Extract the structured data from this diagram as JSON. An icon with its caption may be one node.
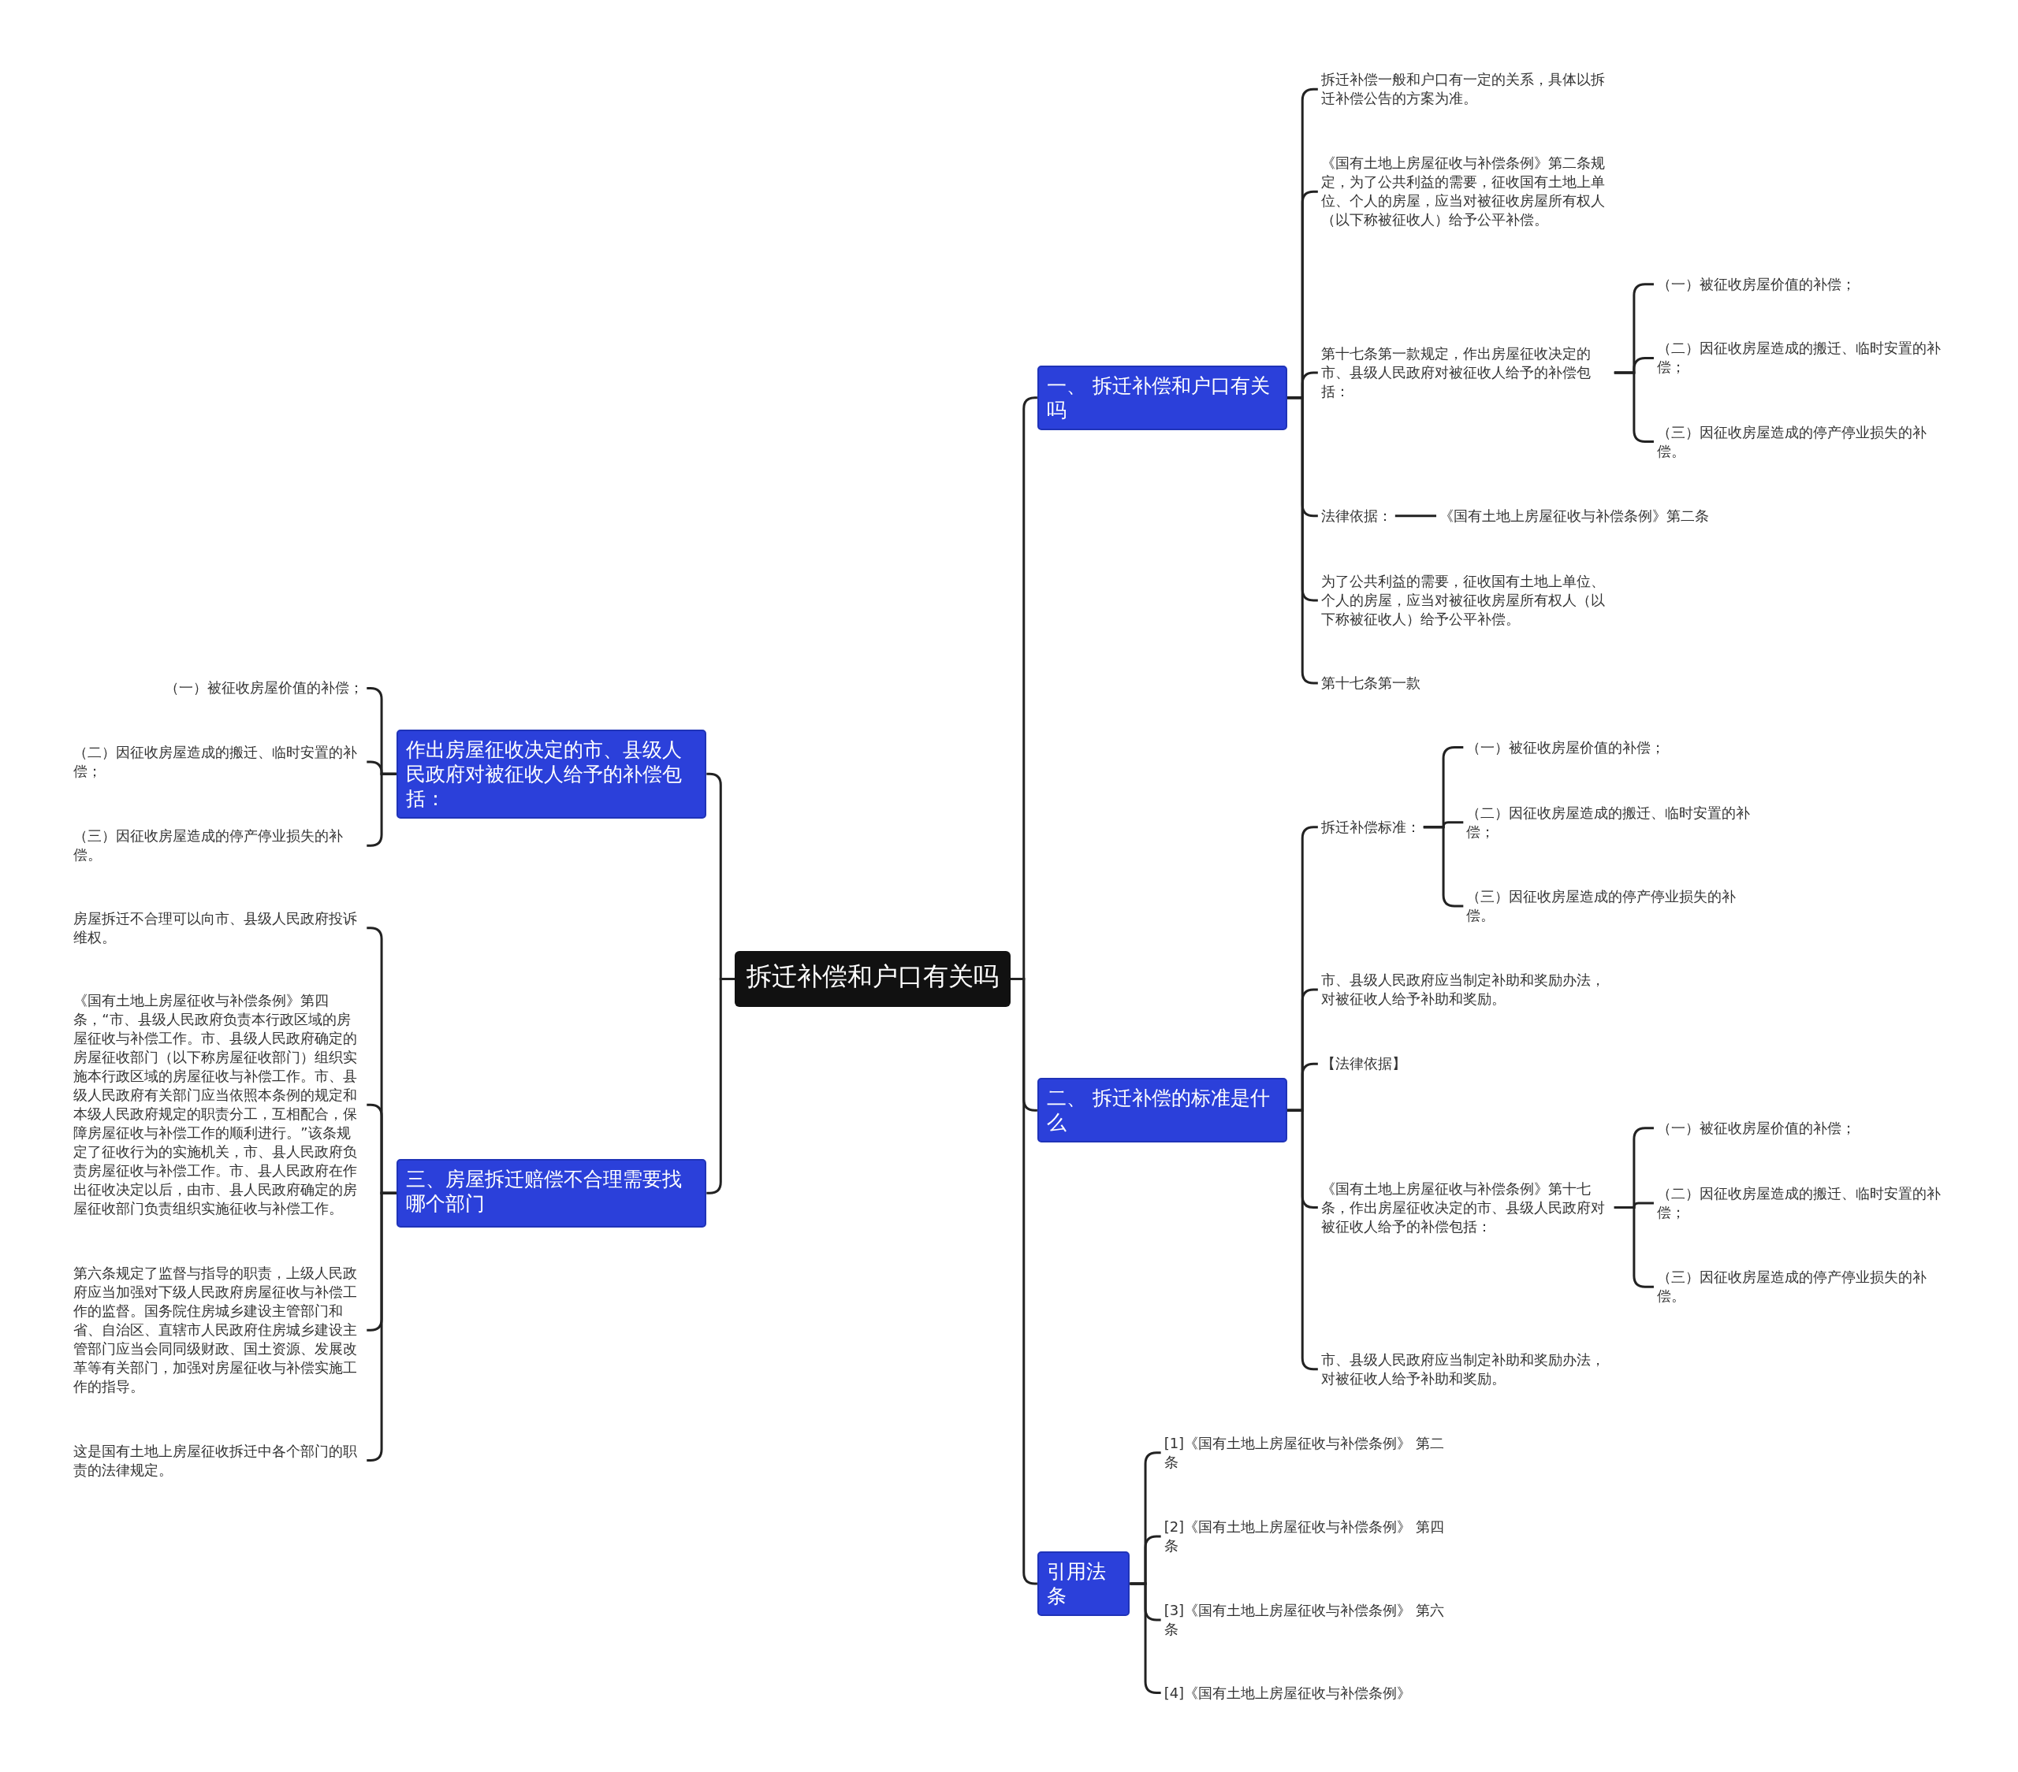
{
  "diagram": {
    "nodes": [
      {
        "text": [
          "拆迁补偿和户口有关吗"
        ]
      },
      {
        "text": [
          "一、 拆迁补偿和户口有关吗"
        ]
      },
      {
        "text": [
          "拆迁补偿一般和户口有一定的关系，具体以拆迁补偿公告的方案为准。"
        ]
      },
      {
        "text": [
          "《国有土地上房屋征收与补偿条例》第二条规定，为了公共利益的需要，征收国有土地上单位、个人的房屋，应当对被征收房屋所有权人（以下称被征收人）给予公平补偿。"
        ]
      },
      {
        "text": [
          "第十七条第一款规定，作出房屋征收决定的市、县级人民政府对被征收人给予的补偿包括："
        ]
      },
      {
        "text": [
          "（一）被征收房屋价值的补偿；"
        ]
      },
      {
        "text": [
          "（二）因征收房屋造成的搬迁、临时安置的补偿；"
        ]
      },
      {
        "text": [
          "（三）因征收房屋造成的停产停业损失的补偿。"
        ]
      },
      {
        "text": [
          "法律依据："
        ]
      },
      {
        "text": [
          "《国有土地上房屋征收与补偿条例》第二条"
        ]
      },
      {
        "text": [
          "为了公共利益的需要，征收国有土地上单位、个人的房屋，应当对被征收房屋所有权人（以下称被征收人）给予公平补偿。"
        ]
      },
      {
        "text": [
          "第十七条第一款"
        ]
      },
      {
        "text": [
          "二、 拆迁补偿的标准是什么"
        ]
      },
      {
        "text": [
          "拆迁补偿标准："
        ]
      },
      {
        "text": [
          "（一）被征收房屋价值的补偿；"
        ]
      },
      {
        "text": [
          "（二）因征收房屋造成的搬迁、临时安置的补偿；"
        ]
      },
      {
        "text": [
          "（三）因征收房屋造成的停产停业损失的补偿。"
        ]
      },
      {
        "text": [
          "市、县级人民政府应当制定补助和奖励办法，对被征收人给予补助和奖励。"
        ]
      },
      {
        "text": [
          "【法律依据】"
        ]
      },
      {
        "text": [
          "《国有土地上房屋征收与补偿条例》第十七条，作出房屋征收决定的市、县级人民政府对被征收人给予的补偿包括："
        ]
      },
      {
        "text": [
          "（一）被征收房屋价值的补偿；"
        ]
      },
      {
        "text": [
          "（二）因征收房屋造成的搬迁、临时安置的补偿；"
        ]
      },
      {
        "text": [
          "（三）因征收房屋造成的停产停业损失的补偿。"
        ]
      },
      {
        "text": [
          "市、县级人民政府应当制定补助和奖励办法，对被征收人给予补助和奖励。"
        ]
      },
      {
        "text": [
          "引用法条"
        ]
      },
      {
        "text": [
          "[1]《国有土地上房屋征收与补偿条例》 第二条"
        ]
      },
      {
        "text": [
          "[2]《国有土地上房屋征收与补偿条例》 第四条"
        ]
      },
      {
        "text": [
          "[3]《国有土地上房屋征收与补偿条例》 第六条"
        ]
      },
      {
        "text": [
          "[4]《国有土地上房屋征收与补偿条例》"
        ]
      },
      {
        "text": [
          "作出房屋征收决定的市、县级人民政府对被征收人给予的补偿包括："
        ]
      },
      {
        "text": [
          "（一）被征收房屋价值的补偿；"
        ]
      },
      {
        "text": [
          "（二）因征收房屋造成的搬迁、临时安置的补偿；"
        ]
      },
      {
        "text": [
          "（三）因征收房屋造成的停产停业损失的补偿。"
        ]
      },
      {
        "text": [
          "三、房屋拆迁赔偿不合理需要找哪个部门"
        ]
      },
      {
        "text": [
          "房屋拆迁不合理可以向市、县级人民政府投诉维权。"
        ]
      },
      {
        "text": [
          "《国有土地上房屋征收与补偿条例》第四条，“市、县级人民政府负责本行政区域的房屋征收与补偿工作。市、县级人民政府确定的房屋征收部门（以下称房屋征收部门）组织实施本行政区域的房屋征收与补偿工作。市、县级人民政府有关部门应当依照本条例的规定和本级人民政府规定的职责分工，互相配合，保障房屋征收与补偿工作的顺利进行。”该条规定了征收行为的实施机关，市、县人民政府负责房屋征收与补偿工作。市、县人民政府在作出征收决定以后，由市、县人民政府确定的房屋征收部门负责组织实施征收与补偿工作。"
        ]
      },
      {
        "text": [
          "第六条规定了监督与指导的职责，上级人民政府应当加强对下级人民政府房屋征收与补偿工作的监督。国务院住房城乡建设主管部门和省、自治区、直辖市人民政府住房城乡建设主管部门应当会同同级财政、国土资源、发展改革等有关部门，加强对房屋征收与补偿实施工作的指导。"
        ]
      },
      {
        "text": [
          "这是国有土地上房屋征收拆迁中各个部门的职责的法律规定。"
        ]
      }
    ],
    "edges": [
      {
        "from": 0,
        "to": 1,
        "arrow": "none"
      },
      {
        "from": 0,
        "to": 12,
        "arrow": "none"
      },
      {
        "from": 0,
        "to": 24,
        "arrow": "none"
      },
      {
        "from": 0,
        "to": 29,
        "arrow": "none"
      },
      {
        "from": 0,
        "to": 33,
        "arrow": "none"
      },
      {
        "from": 1,
        "to": 2,
        "arrow": "none"
      },
      {
        "from": 1,
        "to": 3,
        "arrow": "none"
      },
      {
        "from": 1,
        "to": 4,
        "arrow": "none"
      },
      {
        "from": 1,
        "to": 8,
        "arrow": "none"
      },
      {
        "from": 1,
        "to": 10,
        "arrow": "none"
      },
      {
        "from": 1,
        "to": 11,
        "arrow": "none"
      },
      {
        "from": 4,
        "to": 5,
        "arrow": "none"
      },
      {
        "from": 4,
        "to": 6,
        "arrow": "none"
      },
      {
        "from": 4,
        "to": 7,
        "arrow": "none"
      },
      {
        "from": 8,
        "to": 9,
        "arrow": "none"
      },
      {
        "from": 12,
        "to": 13,
        "arrow": "none"
      },
      {
        "from": 12,
        "to": 17,
        "arrow": "none"
      },
      {
        "from": 12,
        "to": 18,
        "arrow": "none"
      },
      {
        "from": 12,
        "to": 19,
        "arrow": "none"
      },
      {
        "from": 12,
        "to": 23,
        "arrow": "none"
      },
      {
        "from": 13,
        "to": 14,
        "arrow": "none"
      },
      {
        "from": 13,
        "to": 15,
        "arrow": "none"
      },
      {
        "from": 13,
        "to": 16,
        "arrow": "none"
      },
      {
        "from": 19,
        "to": 20,
        "arrow": "none"
      },
      {
        "from": 19,
        "to": 21,
        "arrow": "none"
      },
      {
        "from": 19,
        "to": 22,
        "arrow": "none"
      },
      {
        "from": 24,
        "to": 25,
        "arrow": "none"
      },
      {
        "from": 24,
        "to": 26,
        "arrow": "none"
      },
      {
        "from": 24,
        "to": 27,
        "arrow": "none"
      },
      {
        "from": 24,
        "to": 28,
        "arrow": "none"
      },
      {
        "from": 29,
        "to": 30,
        "arrow": "none"
      },
      {
        "from": 29,
        "to": 31,
        "arrow": "none"
      },
      {
        "from": 29,
        "to": 32,
        "arrow": "none"
      },
      {
        "from": 33,
        "to": 34,
        "arrow": "none"
      },
      {
        "from": 33,
        "to": 35,
        "arrow": "none"
      },
      {
        "from": 33,
        "to": 36,
        "arrow": "none"
      },
      {
        "from": 33,
        "to": 37,
        "arrow": "none"
      }
    ]
  }
}
